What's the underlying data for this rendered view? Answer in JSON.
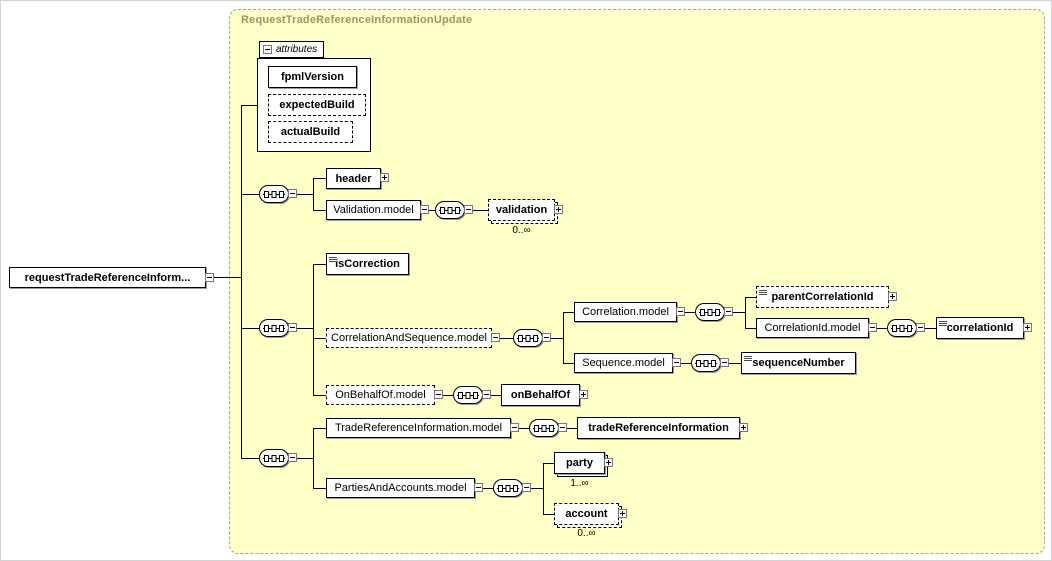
{
  "title": "RequestTradeReferenceInformationUpdate",
  "root_element": {
    "label": "requestTradeReferenceInform..."
  },
  "attributes_panel": {
    "label": "attributes",
    "items": [
      {
        "label": "fpmlVersion",
        "required": true
      },
      {
        "label": "expectedBuild",
        "required": false
      },
      {
        "label": "actualBuild",
        "required": false
      }
    ]
  },
  "elements": {
    "header": "header",
    "validation_model": "Validation.model",
    "validation": "validation",
    "is_correction": "isCorrection",
    "correlation_and_sequence_model": "CorrelationAndSequence.model",
    "correlation_model": "Correlation.model",
    "parent_correlation_id": "parentCorrelationId",
    "correlation_id_model": "CorrelationId.model",
    "correlation_id": "correlationId",
    "sequence_model": "Sequence.model",
    "sequence_number": "sequenceNumber",
    "on_behalf_of_model": "OnBehalfOf.model",
    "on_behalf_of": "onBehalfOf",
    "trade_reference_information_model": "TradeReferenceInformation.model",
    "trade_reference_information": "tradeReferenceInformation",
    "parties_and_accounts_model": "PartiesAndAccounts.model",
    "party": "party",
    "account": "account"
  },
  "occurs": {
    "validation": "0..∞",
    "party": "1..∞",
    "account": "0..∞"
  },
  "colors": {
    "container_fill": "#ffffc8",
    "container_border": "#a2a2a2",
    "title_color": "#999966",
    "box_border": "#000000",
    "line_color": "#000000"
  }
}
